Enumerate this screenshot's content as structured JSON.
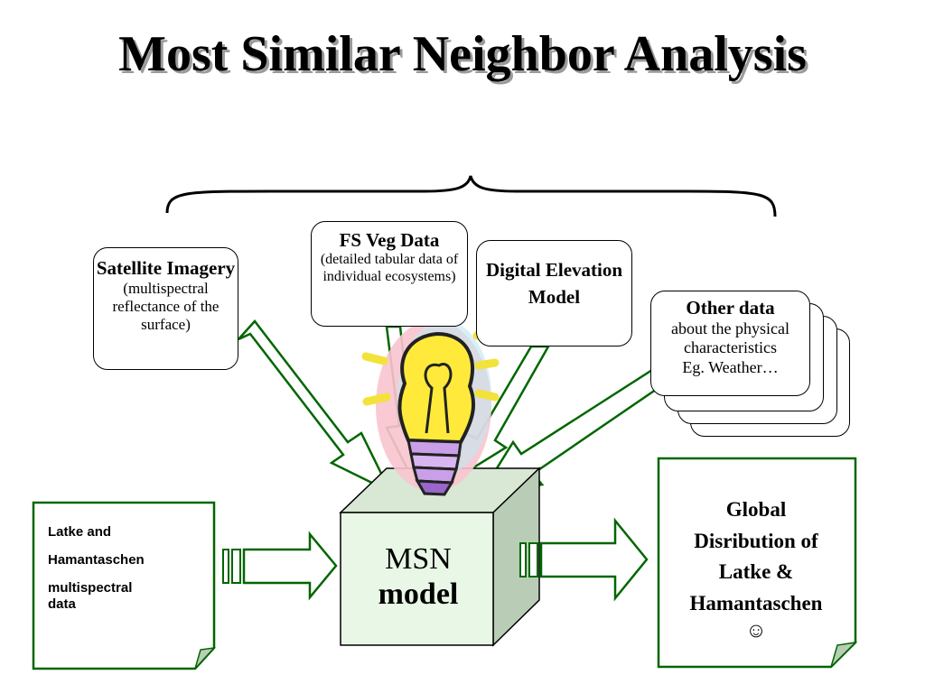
{
  "title": "Most Similar Neighbor Analysis",
  "sources": {
    "satellite": {
      "heading": "Satellite Imagery",
      "detail": "(multispectral reflectance of the surface)"
    },
    "fsveg": {
      "heading": "FS Veg Data",
      "detail": "(detailed tabular data of individual ecosystems)"
    },
    "dem": {
      "heading": "Digital Elevation Model"
    },
    "other": {
      "heading": "Other data",
      "detail_1": "about the physical characteristics",
      "detail_2": "Eg. Weather…"
    }
  },
  "input_doc": {
    "line_1": "Latke and",
    "line_2": "Hamantaschen",
    "line_3": "multispectral data"
  },
  "model": {
    "line_1": "MSN",
    "line_2": "model"
  },
  "output_doc": {
    "line_1": "Global",
    "line_2": "Disribution of",
    "line_3": "Latke &",
    "line_4": "Hamantaschen",
    "emoji": "☺"
  },
  "colors": {
    "arrow_stroke": "#006600",
    "doc_stroke": "#006600",
    "model_face": "#e9f7e6",
    "model_side": "#b9cdb6",
    "model_top": "#d8e8d4",
    "bulb_yellow": "#ffea3c",
    "bulb_halo": "#f7b9c6"
  },
  "icons": {
    "lightbulb": "lightbulb-icon",
    "brace": "curly-brace"
  }
}
